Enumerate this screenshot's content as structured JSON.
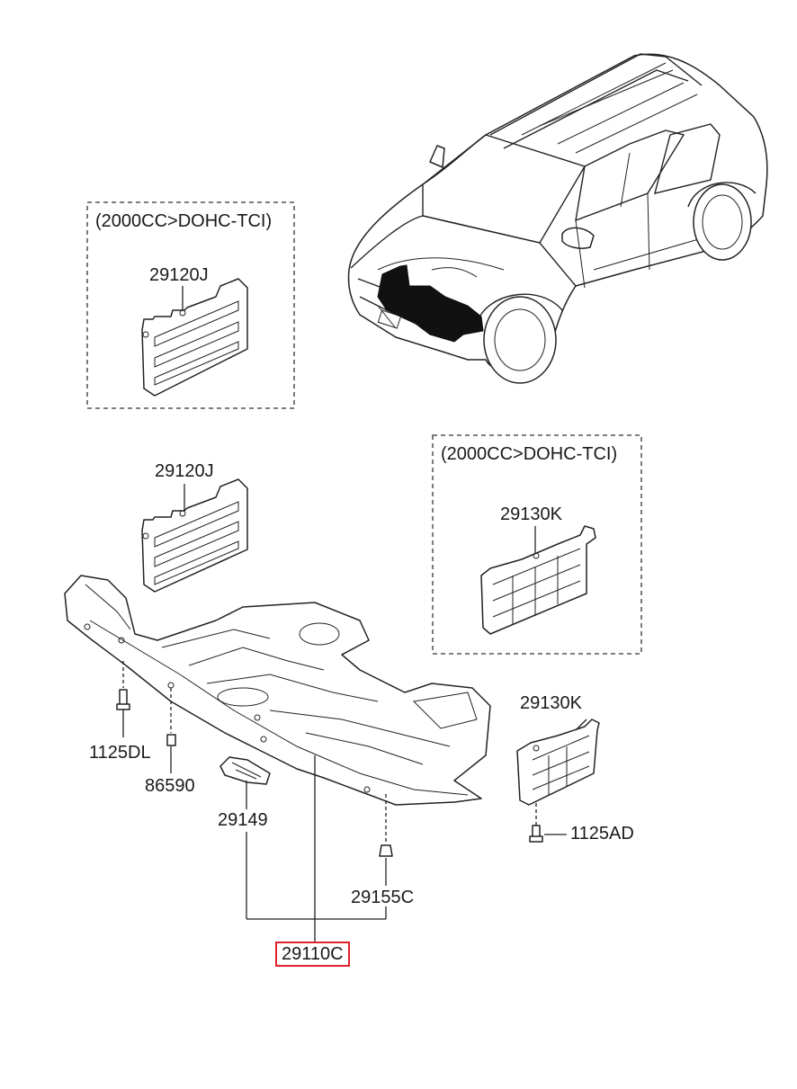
{
  "group_upper": {
    "note": "(2000CC>DOHC-TCI)",
    "part": "29120J"
  },
  "group_right": {
    "note": "(2000CC>DOHC-TCI)",
    "part": "29130K"
  },
  "parts": {
    "p29120J": "29120J",
    "p29130K": "29130K",
    "p1125DL": "1125DL",
    "p86590": "86590",
    "p29149": "29149",
    "p29155C": "29155C",
    "p1125AD": "1125AD",
    "p29110C": "29110C"
  },
  "colors": {
    "highlight": "#e0222a",
    "line": "#222222"
  }
}
